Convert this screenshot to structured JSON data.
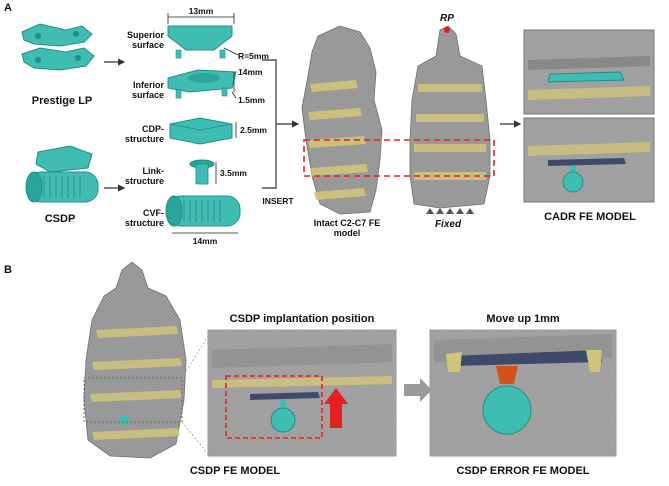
{
  "panel_a": {
    "letter": "A",
    "prestige_lp": "Prestige LP",
    "csdp": "CSDP",
    "superior_surface": [
      "Superior",
      "surface"
    ],
    "inferior_surface": [
      "Inferior",
      "surface"
    ],
    "cdp_structure": [
      "CDP-",
      "structure"
    ],
    "link_structure": [
      "Link-",
      "structure"
    ],
    "cvf_structure": [
      "CVF-",
      "structure"
    ],
    "dim_13mm": "13mm",
    "dim_r5mm": "R=5mm",
    "dim_14mm_a": "14mm",
    "dim_1_5mm": "1.5mm",
    "dim_2_5mm": "2.5mm",
    "dim_3_5mm": "3.5mm",
    "dim_14mm_b": "14mm",
    "insert": "INSERT",
    "intact_model": [
      "Intact C2-C7 FE",
      "model"
    ],
    "rp": "RP",
    "fixed": "Fixed",
    "cadr_model": "CADR FE MODEL"
  },
  "panel_b": {
    "letter": "B",
    "implant_position": "CSDP implantation position",
    "move_up": "Move up 1mm",
    "csdp_fe_model": "CSDP FE MODEL",
    "csdp_error_model": "CSDP ERROR FE MODEL"
  },
  "colors": {
    "implant": "#3fbdb3",
    "implant_dark": "#1f8f88",
    "bone": "#a9a9a9",
    "bone_dark": "#6f6f6f",
    "disc": "#cfc47a",
    "red": "#e62020",
    "arrow_gray": "#9a9a9a"
  }
}
